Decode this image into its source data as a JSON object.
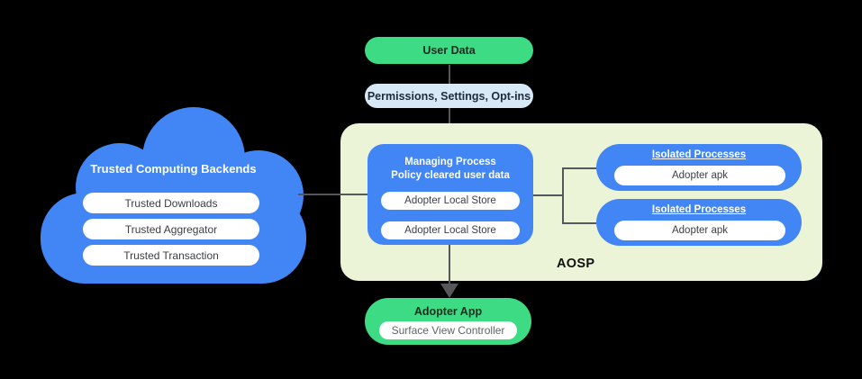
{
  "colors": {
    "background": "#000000",
    "blue": "#4285f4",
    "green": "#3ddc84",
    "light_blue": "#d7e9f7",
    "aosp_container_bg": "#ecf4d7",
    "connector_line": "#55575a",
    "pill_text": "#3c4043"
  },
  "top_flow": {
    "user_data_label": "User Data",
    "permissions_label": "Permissions,  Settings, Opt-ins"
  },
  "cloud": {
    "title": "Trusted Computing Backends",
    "items": [
      "Trusted Downloads",
      "Trusted Aggregator",
      "Trusted Transaction"
    ]
  },
  "aosp": {
    "label": "AOSP",
    "managing": {
      "title_line1": "Managing Process",
      "title_line2": "Policy cleared user data",
      "stores": [
        "Adopter Local Store",
        "Adopter Local Store"
      ]
    },
    "isolated": [
      {
        "title": "Isolated Processes",
        "item": "Adopter apk"
      },
      {
        "title": "Isolated Processes",
        "item": "Adopter apk"
      }
    ]
  },
  "adopter_app": {
    "title": "Adopter App",
    "item": "Surface View Controller"
  }
}
